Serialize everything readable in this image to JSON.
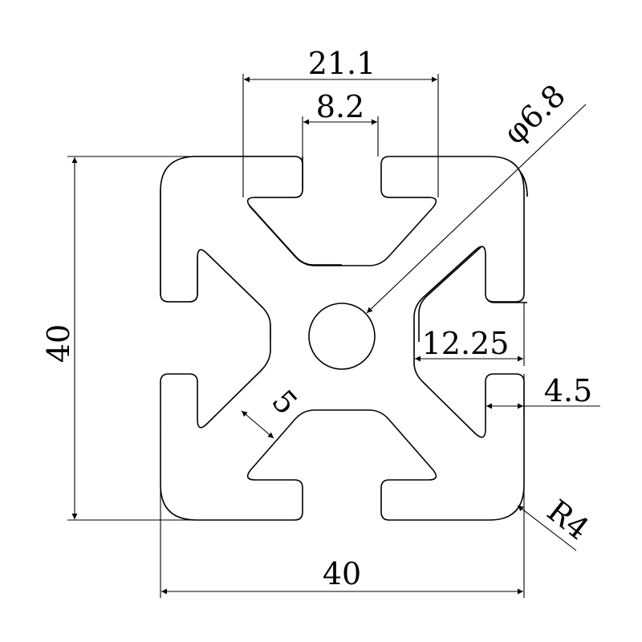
{
  "drawing": {
    "line_color": "#000000",
    "background": "#ffffff"
  },
  "dimensions": {
    "slot_outer_width": "21.1",
    "slot_opening_width": "8.2",
    "center_hole_diameter": "φ6.8",
    "overall_height": "40",
    "overall_width": "40",
    "slot_depth_to_core": "12.25",
    "wall_thickness": "4.5",
    "web_thickness": "5",
    "corner_radius": "R4"
  }
}
